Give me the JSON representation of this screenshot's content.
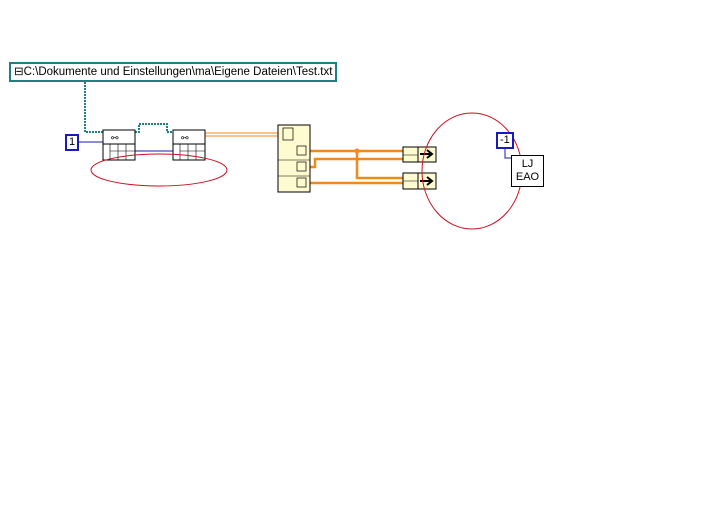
{
  "file_path_constant": "C:\\Dokumente und Einstellungen\\ma\\Eigene Dateien\\Test.txt",
  "numeric_constant_1": "1",
  "numeric_constant_2": "-1",
  "subvi": {
    "line1": "LJ",
    "line2": "EAO"
  },
  "colors": {
    "path_wire": "#1f8080",
    "numeric_wire": "#1a1ab8",
    "cluster_wire": "#f08a1c",
    "annotation": "#cc1020"
  }
}
